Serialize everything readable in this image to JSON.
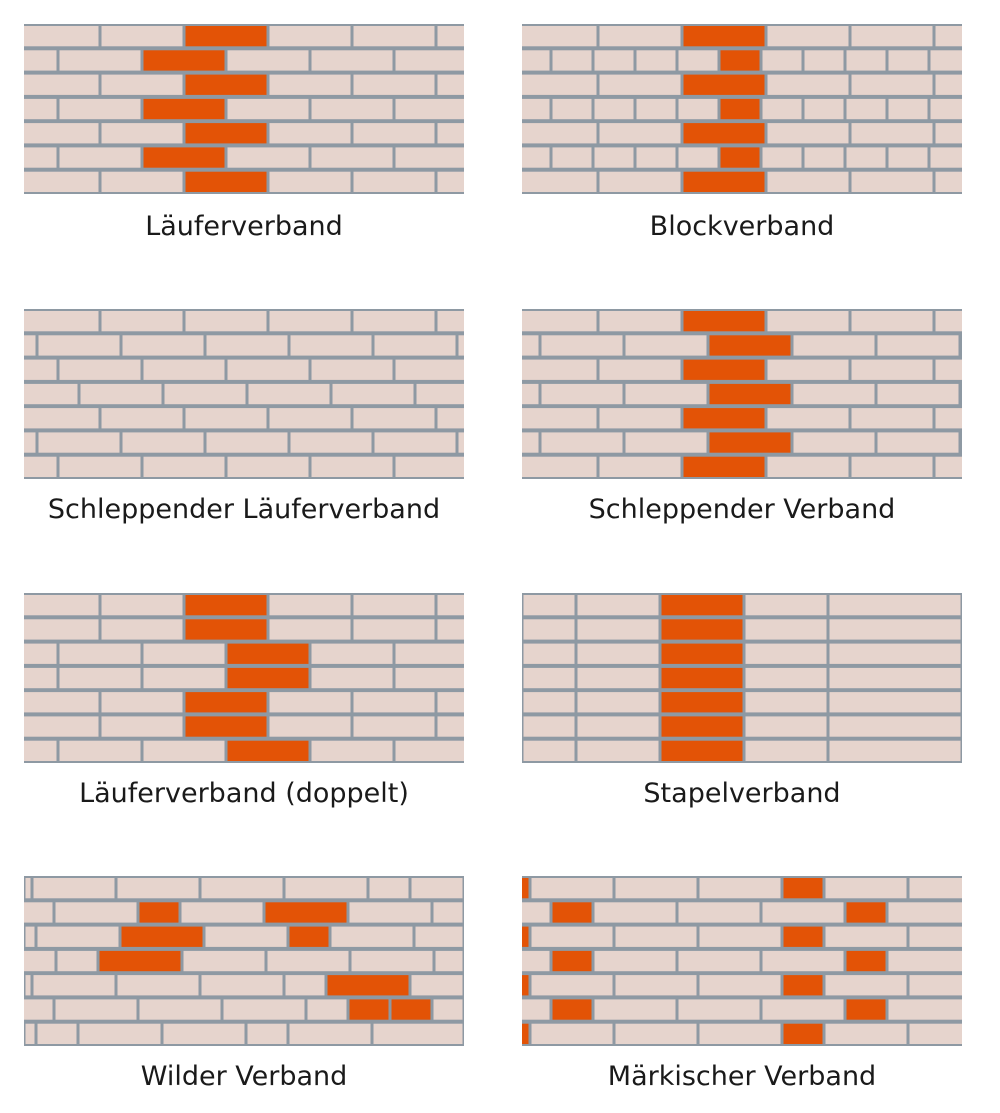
{
  "colors": {
    "mortar": "#8e99a3",
    "brick": "#e6d4cd",
    "highlight": "#e35306",
    "caption": "#1a1a1a"
  },
  "patterns": [
    {
      "id": "laeuferverband",
      "label": "Läuferverband"
    },
    {
      "id": "blockverband",
      "label": "Blockverband"
    },
    {
      "id": "schleppender-laeuferverband",
      "label": "Schleppender Läuferverband"
    },
    {
      "id": "schleppender-verband",
      "label": "Schleppender Verband"
    },
    {
      "id": "laeuferverband-doppelt",
      "label": "Läuferverband (doppelt)"
    },
    {
      "id": "stapelverband",
      "label": "Stapelverband"
    },
    {
      "id": "wilder-verband",
      "label": "Wilder Verband"
    },
    {
      "id": "maerkischer-verband",
      "label": "Märkischer Verband"
    }
  ]
}
